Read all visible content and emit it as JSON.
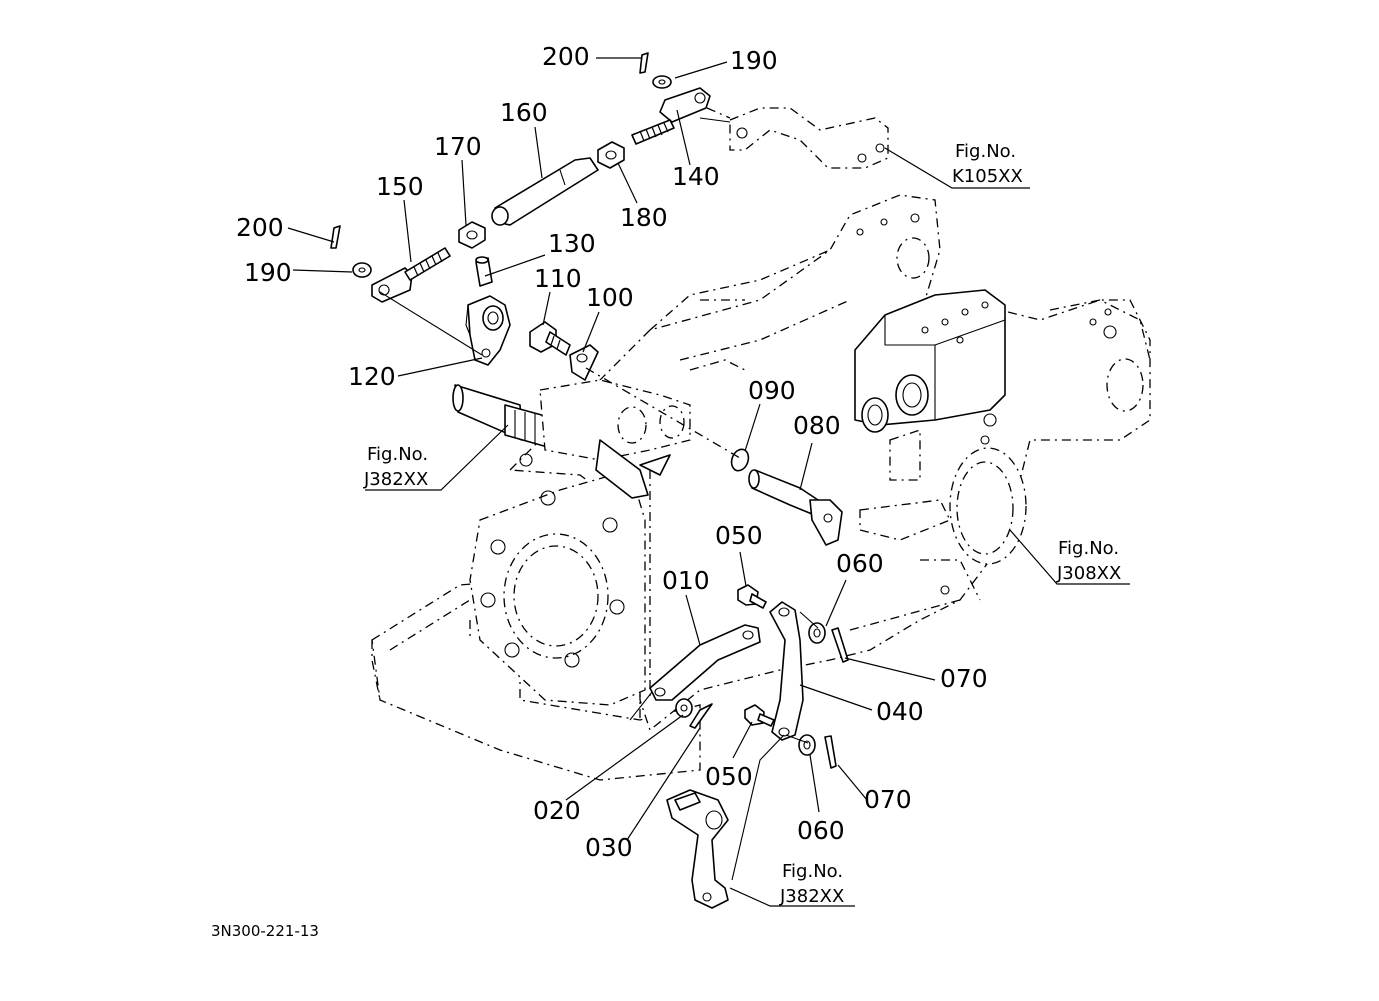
{
  "labels": {
    "p200a": "200",
    "p190a": "190",
    "p160": "160",
    "p170": "170",
    "p150": "150",
    "p140": "140",
    "p180": "180",
    "p200b": "200",
    "p190b": "190",
    "p130": "130",
    "p110": "110",
    "p100": "100",
    "p120": "120",
    "p090": "090",
    "p080": "080",
    "p050a": "050",
    "p060a": "060",
    "p010": "010",
    "p070a": "070",
    "p040": "040",
    "p050b": "050",
    "p070b": "070",
    "p020": "020",
    "p060b": "060",
    "p030": "030"
  },
  "refs": {
    "k105": {
      "line1": "Fig.No.",
      "line2": "K105XX"
    },
    "j382a": {
      "line1": "Fig.No.",
      "line2": "J382XX"
    },
    "j308": {
      "line1": "Fig.No.",
      "line2": "J308XX"
    },
    "j382b": {
      "line1": "Fig.No.",
      "line2": "J382XX"
    }
  },
  "doc_code": "3N300-221-13"
}
